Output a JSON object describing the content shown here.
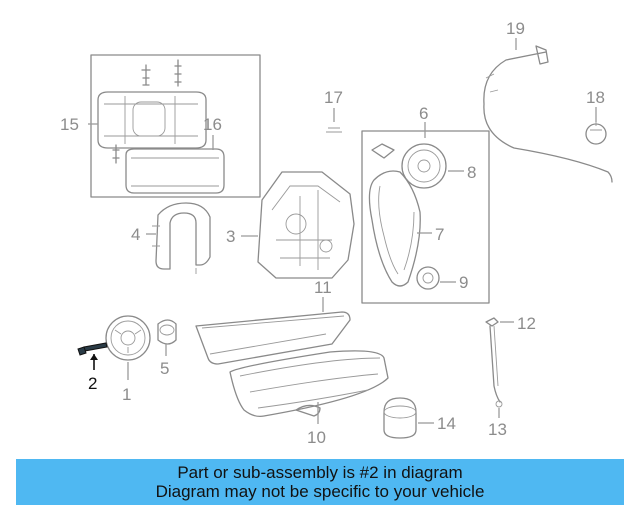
{
  "diagram": {
    "callouts": [
      "1",
      "2",
      "3",
      "4",
      "5",
      "6",
      "7",
      "8",
      "9",
      "10",
      "11",
      "12",
      "13",
      "14",
      "15",
      "16",
      "17",
      "18",
      "19"
    ],
    "highlighted_part": "2"
  },
  "banner": {
    "line1": "Part or sub-assembly is #2 in diagram",
    "line2": "Diagram may not be specific to your vehicle",
    "background": "#4fb8f2"
  }
}
